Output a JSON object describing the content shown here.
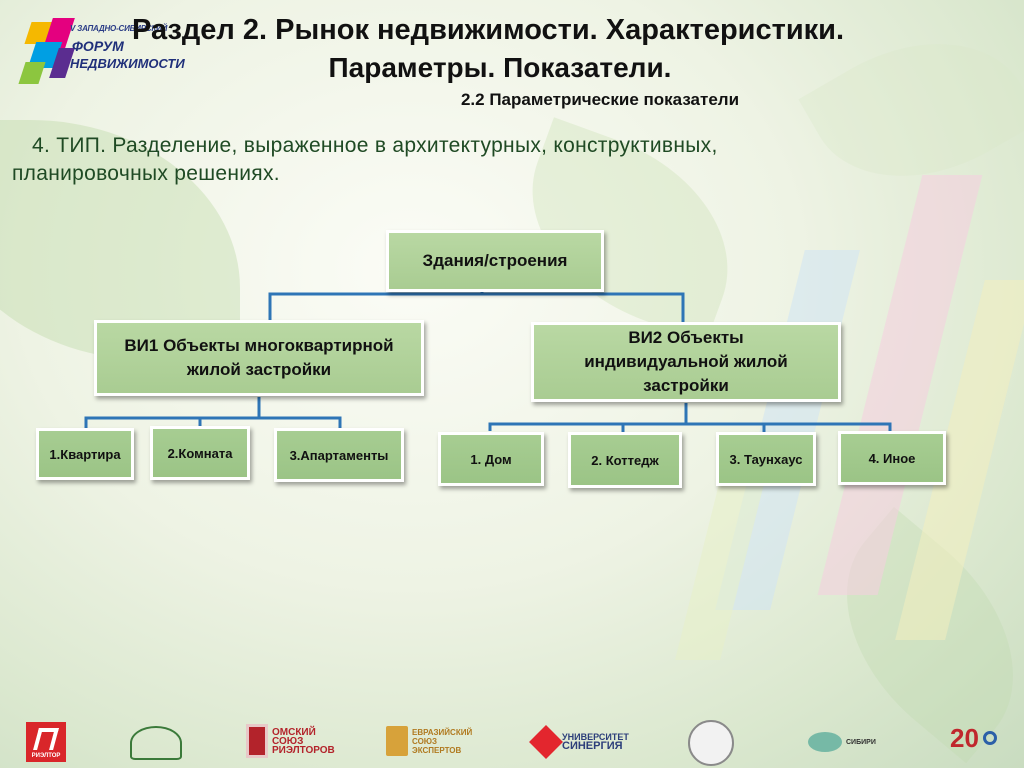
{
  "logo": {
    "line1": "V ЗАПАДНО-СИБИРСКИЙ",
    "line2": "ФОРУМ",
    "line3": "НЕДВИЖИМОСТИ"
  },
  "header": {
    "title": "Раздел 2. Рынок недвижимости. Характеристики.",
    "subtitle": "Параметры. Показатели.",
    "section": "2.2 Параметрические показатели"
  },
  "lead": {
    "line1": "4. ТИП. Разделение, выраженное в архитектурных, конструктивных,",
    "line2": "планировочных решениях."
  },
  "diagram": {
    "root": "Здания/строения",
    "branch1": "ВИ1 Объекты многоквартирной жилой застройки",
    "branch2": "ВИ2 Объекты индивидуальной жилой застройки",
    "branch1_children": [
      "1.Квартира",
      "2.Комната",
      "3.Апартаменты"
    ],
    "branch2_children": [
      "1. Дом",
      "2. Коттедж",
      "3. Таунхаус",
      "4. Иное"
    ]
  },
  "footer": {
    "logo_rieltor": "РИЭЛТОР",
    "logo_omsk": [
      "ОМСКИЙ",
      "СОЮЗ",
      "РИЭЛТОРОВ"
    ],
    "logo_eurasian": [
      "ЕВРАЗИЙСКИЙ",
      "СОЮЗ",
      "ЭКСПЕРТОВ"
    ],
    "logo_sinergy": [
      "УНИВЕРСИТЕТ",
      "СИНЕРГИЯ"
    ],
    "logo_sibiri": "СИБИРИ",
    "logo_20": "20"
  },
  "colors": {
    "node_fill": "#b9d8a3",
    "connector": "#2e75b6",
    "lead_text": "#1f4a24"
  }
}
